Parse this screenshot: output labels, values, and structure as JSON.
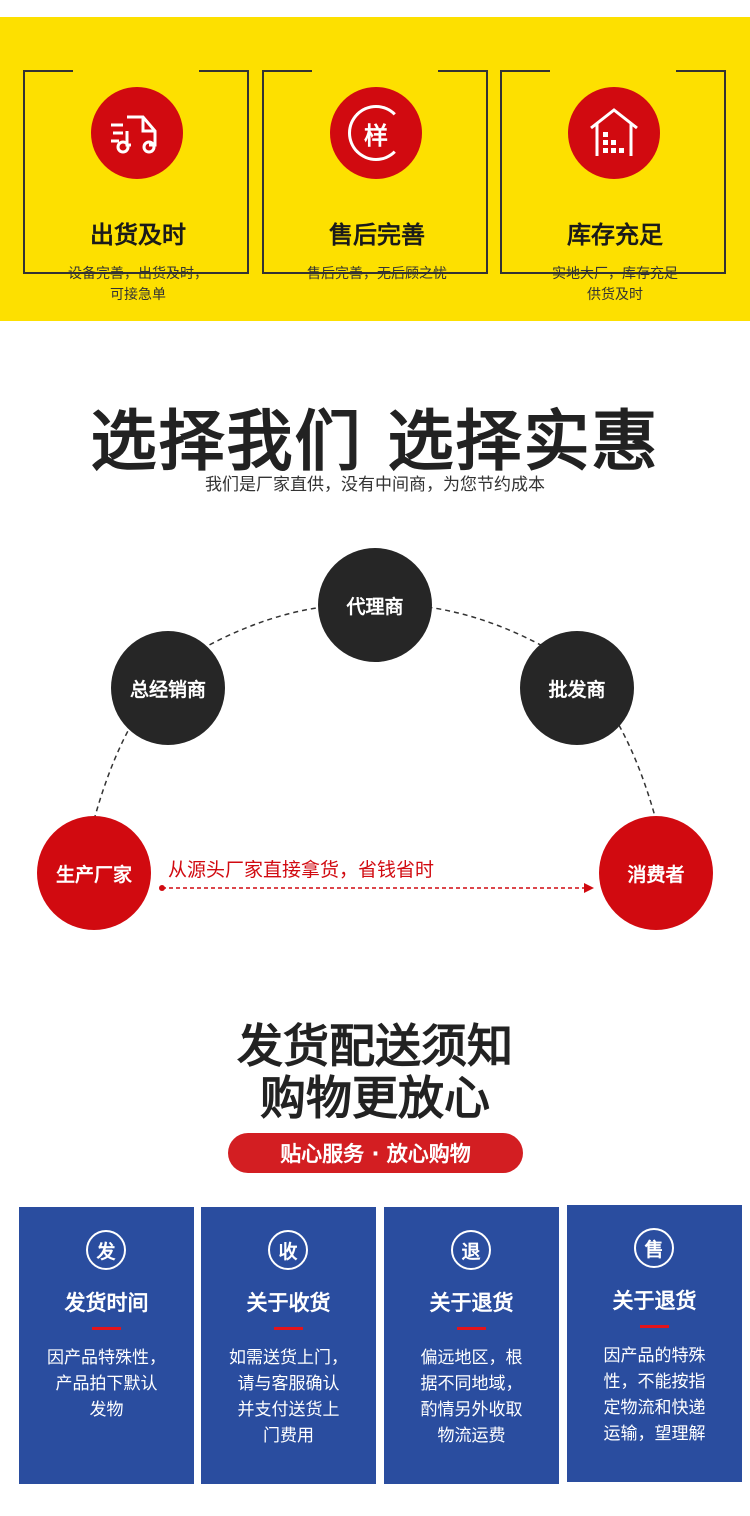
{
  "features": [
    {
      "icon": "truck-icon",
      "title": "出货及时",
      "desc": [
        "设备完善，出货及时，",
        "可接急单"
      ]
    },
    {
      "icon": "sample-cycle-icon",
      "icon_text": "样",
      "title": "售后完善",
      "desc": [
        "售后完善，无后顾之忧"
      ]
    },
    {
      "icon": "warehouse-icon",
      "title": "库存充足",
      "desc": [
        "实地大厂，库存充足",
        "供货及时"
      ]
    }
  ],
  "choose": {
    "title": "选择我们 选择实惠",
    "subtitle": "我们是厂家直供，没有中间商，为您节约成本"
  },
  "chain": {
    "nodes": [
      "生产厂家",
      "总经销商",
      "代理商",
      "批发商",
      "消费者"
    ],
    "direct_label": "从源头厂家直接拿货，省钱省时"
  },
  "shipping": {
    "title_line1": "发货配送须知",
    "title_line2": "购物更放心",
    "pill": "贴心服务 · 放心购物",
    "cards": [
      {
        "icon_text": "发",
        "title": "发货时间",
        "desc": [
          "因产品特殊性，",
          "产品拍下默认",
          "发物"
        ]
      },
      {
        "icon_text": "收",
        "title": "关于收货",
        "desc": [
          "如需送货上门，",
          "请与客服确认",
          "并支付送货上",
          "门费用"
        ]
      },
      {
        "icon_text": "退",
        "title": "关于退货",
        "desc": [
          "偏远地区，根",
          "据不同地域，",
          "酌情另外收取",
          "物流运费"
        ]
      },
      {
        "icon_text": "售",
        "title": "关于退货",
        "desc": [
          "因产品的特殊",
          "性，不能按指",
          "定物流和快递",
          "运输，望理解"
        ]
      }
    ]
  },
  "colors": {
    "yellow": "#fde000",
    "red": "#d10a10",
    "blue": "#2a4d9f",
    "dark": "#262626"
  }
}
